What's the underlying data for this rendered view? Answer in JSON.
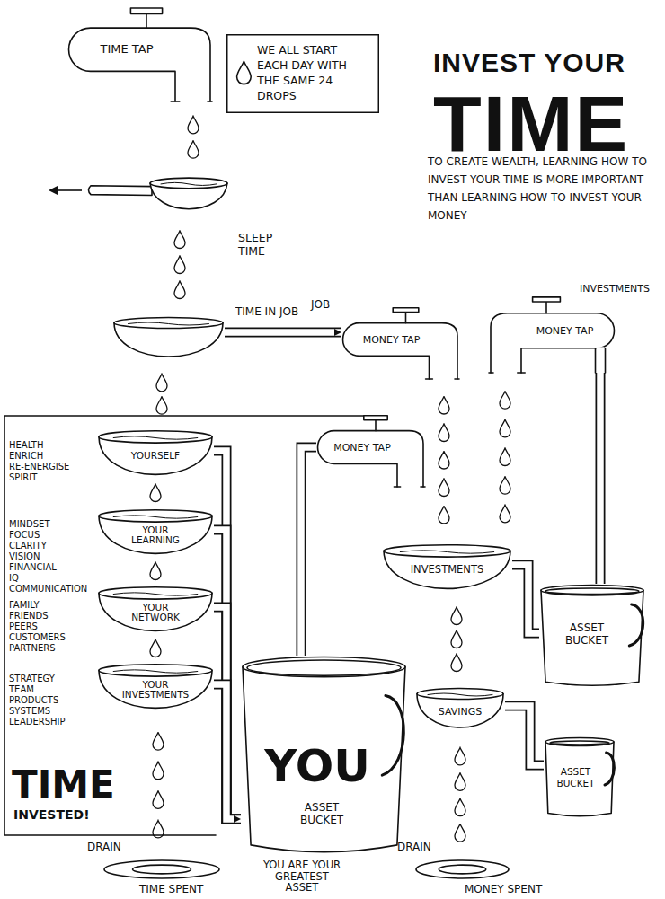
{
  "diagram": {
    "title": "INVEST YOUR TIME",
    "nodes": [
      {
        "text": [
          "TIME TAP"
        ]
      },
      {
        "text": [
          "WE ALL START EACH DAY WITH THE SAME 24 DROPS"
        ]
      },
      {
        "text": [
          "SLEEP TIME"
        ]
      },
      {
        "text": [
          "TIME IN JOB"
        ]
      },
      {
        "text": [
          "JOB",
          "MONEY TAP"
        ]
      },
      {
        "text": [
          "INVESTMENTS",
          "MONEY TAP"
        ]
      },
      {
        "text": [
          "TIME",
          "INVESTED!"
        ]
      },
      {
        "text": [
          "YOURSELF",
          "HEALTH ENRICH RE-ENERGISE SPIRIT"
        ],
        "in": 6
      },
      {
        "text": [
          "YOUR LEARNING",
          "MINDSET FOCUS CLARITY VISION FINANCIAL IQ COMMUNICATION"
        ],
        "in": 6
      },
      {
        "text": [
          "YOUR NETWORK",
          "FAMILY FRIENDS PEERS CUSTOMERS PARTNERS"
        ],
        "in": 6
      },
      {
        "text": [
          "YOUR INVESTMENTS",
          "STRATEGY TEAM PRODUCTS SYSTEMS LEADERSHIP"
        ],
        "in": 6
      },
      {
        "text": [
          "MONEY TAP"
        ]
      },
      {
        "text": [
          "YOU",
          "ASSET BUCKET"
        ]
      },
      {
        "text": [
          "INVESTMENTS"
        ]
      },
      {
        "text": [
          "ASSET BUCKET"
        ]
      },
      {
        "text": [
          "SAVINGS"
        ]
      },
      {
        "text": [
          "ASSET BUCKET"
        ]
      },
      {
        "text": [
          "DRAIN",
          "TIME SPENT"
        ]
      },
      {
        "text": [
          "DRAIN",
          "MONEY SPENT"
        ]
      }
    ],
    "edges": [
      {
        "from": 0,
        "to": 2,
        "arrow": "none"
      },
      {
        "from": 2,
        "to": 3,
        "arrow": "none"
      },
      {
        "from": 3,
        "to": 4,
        "arrow": "to"
      },
      {
        "from": 3,
        "to": 7,
        "arrow": "none"
      },
      {
        "from": 7,
        "to": 8,
        "arrow": "none"
      },
      {
        "from": 8,
        "to": 9,
        "arrow": "none"
      },
      {
        "from": 9,
        "to": 10,
        "arrow": "none"
      },
      {
        "from": 10,
        "to": 17,
        "arrow": "none"
      },
      {
        "from": 7,
        "to": 12,
        "arrow": "to"
      },
      {
        "from": 8,
        "to": 12,
        "arrow": "to"
      },
      {
        "from": 9,
        "to": 12,
        "arrow": "to"
      },
      {
        "from": 10,
        "to": 12,
        "arrow": "to"
      },
      {
        "from": 12,
        "to": 11,
        "arrow": "none"
      },
      {
        "from": 4,
        "to": 13,
        "arrow": "none"
      },
      {
        "from": 5,
        "to": 13,
        "arrow": "none"
      },
      {
        "from": 13,
        "to": 14,
        "arrow": "none"
      },
      {
        "from": 14,
        "to": 5,
        "arrow": "none"
      },
      {
        "from": 13,
        "to": 15,
        "arrow": "none"
      },
      {
        "from": 15,
        "to": 16,
        "arrow": "none"
      },
      {
        "from": 15,
        "to": 18,
        "arrow": "none"
      }
    ],
    "labels": [
      "TO CREATE WEALTH, LEARNING HOW TO INVEST YOUR TIME IS MORE IMPORTANT THAN LEARNING HOW TO INVEST YOUR MONEY",
      "YOU ARE YOUR GREATEST ASSET"
    ]
  }
}
